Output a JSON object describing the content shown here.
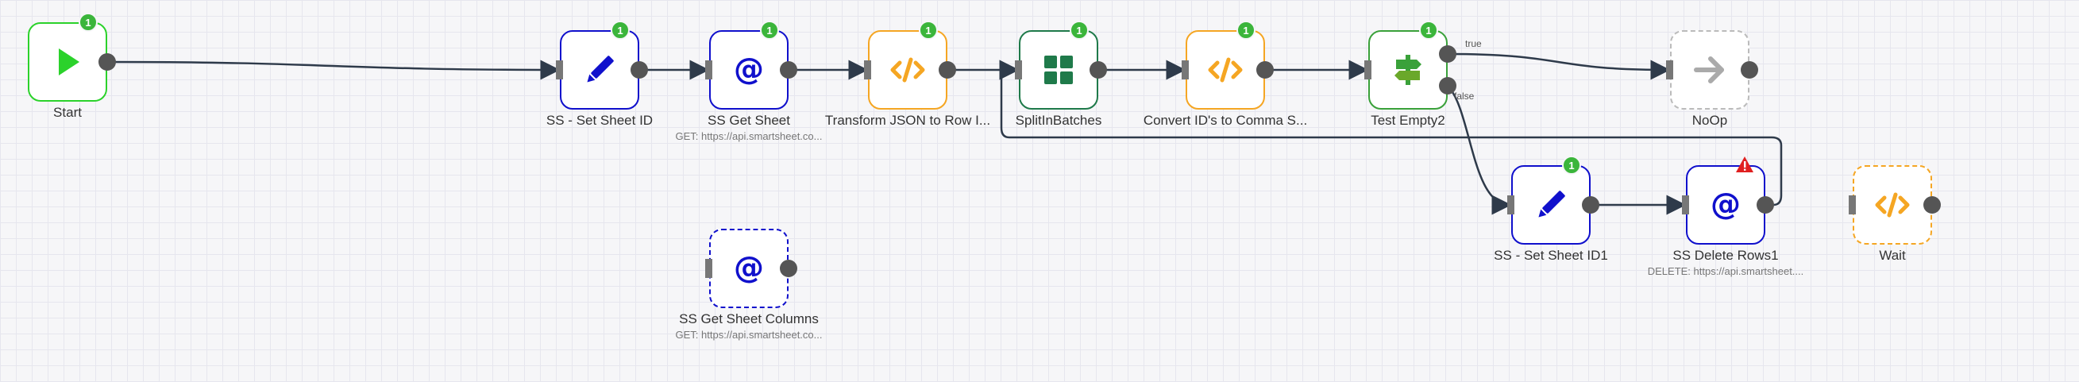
{
  "colors": {
    "trigger": "#2bd22b",
    "set": "#1010cc",
    "http": "#1010cc",
    "function": "#f5a623",
    "split": "#1f7a4a",
    "if": "#3aa13a",
    "noop": "#bbbbbb",
    "edge": "#2e3a4a"
  },
  "nodes": [
    {
      "id": "start",
      "label": "Start",
      "sub": "",
      "icon": "play-icon",
      "badge": "1",
      "color": "#2bd22b",
      "dashed": false
    },
    {
      "id": "set1",
      "label": "SS - Set Sheet ID",
      "sub": "",
      "icon": "pencil-icon",
      "badge": "1",
      "color": "#1010cc",
      "dashed": false
    },
    {
      "id": "get",
      "label": "SS Get Sheet",
      "sub": "GET: https://api.smartsheet.co...",
      "icon": "at-icon",
      "badge": "1",
      "color": "#1010cc",
      "dashed": false
    },
    {
      "id": "transform",
      "label": "Transform JSON to Row I...",
      "sub": "",
      "icon": "code-icon",
      "badge": "1",
      "color": "#f5a623",
      "dashed": false
    },
    {
      "id": "split",
      "label": "SplitInBatches",
      "sub": "",
      "icon": "grid-icon",
      "badge": "1",
      "color": "#1f7a4a",
      "dashed": false
    },
    {
      "id": "convert",
      "label": "Convert ID's to Comma S...",
      "sub": "",
      "icon": "code-icon",
      "badge": "1",
      "color": "#f5a623",
      "dashed": false
    },
    {
      "id": "test",
      "label": "Test Empty2",
      "sub": "",
      "icon": "signpost-icon",
      "badge": "1",
      "color": "#3aa13a",
      "dashed": false
    },
    {
      "id": "noop",
      "label": "NoOp",
      "sub": "",
      "icon": "arrow-right-icon",
      "badge": "",
      "color": "#bbbbbb",
      "dashed": true
    },
    {
      "id": "set2",
      "label": "SS - Set Sheet ID1",
      "sub": "",
      "icon": "pencil-icon",
      "badge": "1",
      "color": "#1010cc",
      "dashed": false
    },
    {
      "id": "delete",
      "label": "SS Delete Rows1",
      "sub": "DELETE: https://api.smartsheet....",
      "icon": "at-icon",
      "badge": "",
      "color": "#1010cc",
      "dashed": false,
      "warning": true
    },
    {
      "id": "wait",
      "label": "Wait",
      "sub": "",
      "icon": "code-icon",
      "badge": "",
      "color": "#f5a623",
      "dashed": true
    },
    {
      "id": "columns",
      "label": "SS Get Sheet Columns",
      "sub": "GET: https://api.smartsheet.co...",
      "icon": "at-icon",
      "badge": "",
      "color": "#1010cc",
      "dashed": true
    }
  ],
  "edges": [
    {
      "from": "start",
      "to": "set1",
      "label": ""
    },
    {
      "from": "set1",
      "to": "get",
      "label": ""
    },
    {
      "from": "get",
      "to": "transform",
      "label": ""
    },
    {
      "from": "transform",
      "to": "split",
      "label": ""
    },
    {
      "from": "split",
      "to": "convert",
      "label": ""
    },
    {
      "from": "convert",
      "to": "test",
      "label": ""
    },
    {
      "from": "test",
      "to": "noop",
      "label": "true"
    },
    {
      "from": "test",
      "to": "set2",
      "label": "false"
    },
    {
      "from": "set2",
      "to": "delete",
      "label": ""
    },
    {
      "from": "delete",
      "to": "split",
      "label": "",
      "loop": true
    }
  ]
}
